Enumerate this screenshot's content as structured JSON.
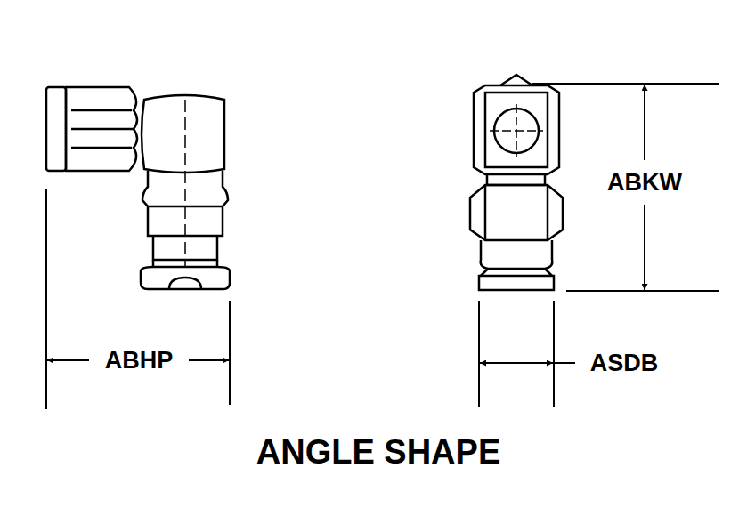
{
  "diagram": {
    "title": "ANGLE SHAPE",
    "labels": [
      "ABHP",
      "ABKW",
      "ASDB"
    ]
  }
}
